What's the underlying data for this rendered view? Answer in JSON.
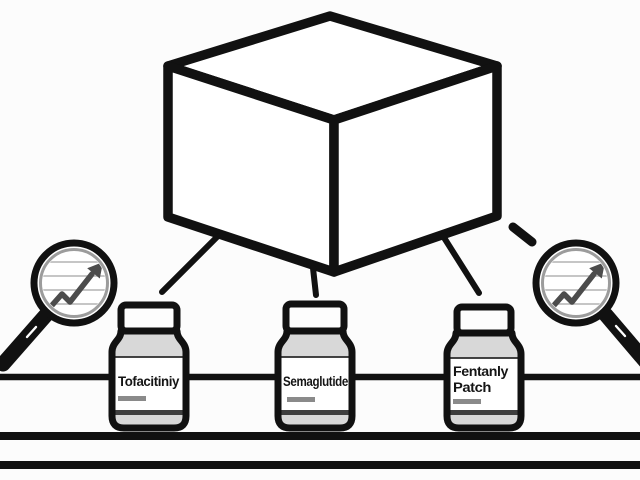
{
  "illustration": {
    "box_icon": "shipping-box-icon",
    "magnifier_icon": "magnifier-trend-chart-icon",
    "chart_icon": "rising-trend-arrow-icon"
  },
  "bottles": [
    {
      "id": "tofacitinib",
      "label_lines": [
        "Tofacitiniy"
      ]
    },
    {
      "id": "semaglutide",
      "label_lines": [
        "Semaglutide"
      ]
    },
    {
      "id": "fentanyl-patch",
      "label_lines": [
        "Fentanly",
        "Patch"
      ]
    }
  ],
  "colors": {
    "paper": "#fcfcfc",
    "ink": "#111111",
    "cap_white": "#fdfdfd",
    "bottle_gray": "#d8d8d8",
    "label_bar_gray": "#8a8a8a",
    "label_strip_dark": "#3f3f3f",
    "chart_arrow_gray": "#4c4c4c",
    "gridline_gray": "#b4b4b4",
    "ring_gray": "#9c9c9c",
    "label_text": "#151515"
  }
}
